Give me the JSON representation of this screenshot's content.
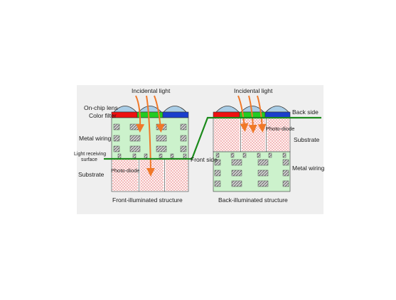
{
  "front": {
    "incident_light": "Incidental light",
    "on_chip_lens": "On-chip  lens",
    "color_filter": "Color filter",
    "metal_wiring": "Metal wiring",
    "light_receiving_line1": "Light receiving",
    "light_receiving_line2": "surface",
    "substrate": "Substrate",
    "photo_diode": "Photo-diode",
    "front_side": "Front side",
    "caption": "Front-illuminated structure"
  },
  "back": {
    "incident_light": "Incidental light",
    "back_side": "Back side",
    "photo_diode": "Photo-diode",
    "substrate": "Substrate",
    "metal_wiring": "Metal wiring",
    "caption": "Back-illuminated structure"
  },
  "colors": {
    "panel_bg": "#efefef",
    "wiring_green": "#ccf2cc",
    "diode_pink": "#fff0f0",
    "filter_red": "#ee1111",
    "filter_green": "#22cc22",
    "filter_blue": "#1a3fcc",
    "lens_blue": "#a9cde6",
    "light_orange": "#f07828",
    "surface_line": "#1b8a1b"
  }
}
